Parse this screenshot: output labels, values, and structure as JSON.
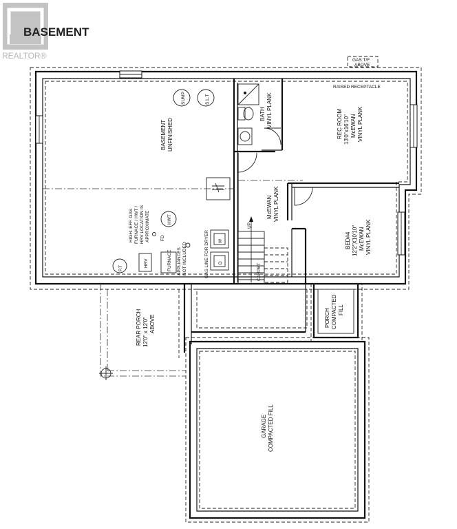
{
  "header": {
    "title": "BASEMENT",
    "watermark": "REALTOR®"
  },
  "labels": {
    "gas_above": [
      "GAS T/F",
      "ABOVE"
    ],
    "raised_receptacle": "RAISED RECEPTACLE",
    "sump": "SUMP",
    "slt": "S.L.T",
    "basement": [
      "BASEMENT",
      "UNFINISHED"
    ],
    "bath": [
      "BATH",
      "VINYL PLANK"
    ],
    "rec_room": [
      "REC ROOM",
      "13'0\"x16'10\"",
      "McEWAN",
      "VINYL PLANK"
    ],
    "hallway": [
      "McEWAN",
      "VINYL PLANK"
    ],
    "up": "UP",
    "carpet": "CARPET",
    "mech": [
      "HIGH- EFF. GAS",
      "FURNACE / HWT /",
      "HRV LOCATION IS",
      "APPROXIMATE"
    ],
    "hwt": "HWT",
    "fd": "FD",
    "appliances": [
      "APPLIANCES",
      "NOT INCLUDED"
    ],
    "gas_dryer": "GAS LINE FOR DRYER",
    "w": "W",
    "d": "D",
    "pt": "P.T",
    "hrv": "HRV",
    "furnace": "FURNACE",
    "bed4": [
      "BED#4",
      "12'2\"X10'10\"",
      "McEWAN",
      "VINYL PLANK"
    ],
    "porch": [
      "PORCH",
      "COMPACTED",
      "FILL"
    ],
    "rear_porch": [
      "REAR PORCH",
      "12'0\" x 12'0\"",
      "ABOVE"
    ],
    "garage": [
      "GARAGE",
      "COMPACTED FILL"
    ]
  },
  "colors": {
    "ink": "#111111",
    "logo_gray": "#b9b9b9",
    "background": "#ffffff"
  }
}
